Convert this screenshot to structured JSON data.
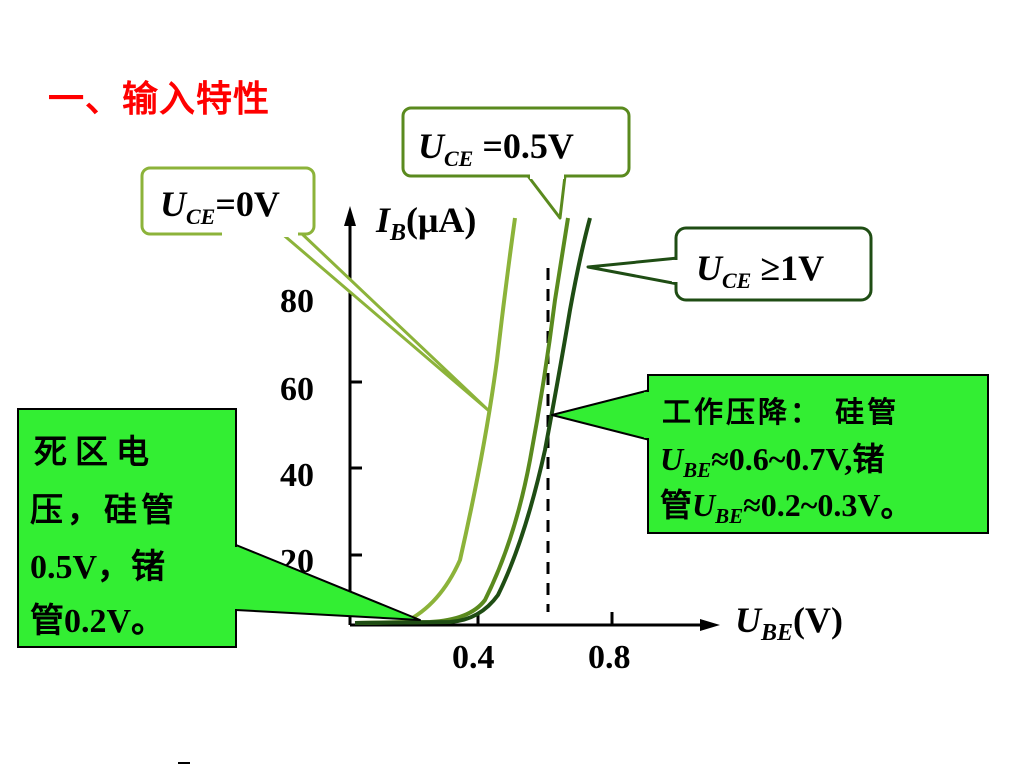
{
  "title": "一、输入特性",
  "axes": {
    "y_label_main": "I",
    "y_label_sub": "B",
    "y_label_unit": "(μA)",
    "x_label_main": "U",
    "x_label_sub": "BE",
    "x_label_unit": "(V)",
    "y_ticks": [
      "80",
      "60",
      "40",
      "20"
    ],
    "x_ticks": [
      "0.4",
      "0.8"
    ]
  },
  "callouts": {
    "uce0": {
      "main": "U",
      "sub": "CE",
      "rest": "=0V"
    },
    "uce05": {
      "main": "U",
      "sub": "CE",
      "rest": " =0.5V"
    },
    "uce1": {
      "main": "U",
      "sub": "CE",
      "rest": " ≥1V"
    },
    "dead_zone": {
      "line1": "死区电",
      "line2": "压，硅管",
      "line3": "0.5V，锗",
      "line4": "管0.2V。"
    },
    "working_drop": {
      "line1": "工作压降： 硅管",
      "line2_main": "U",
      "line2_sub": "BE",
      "line2_rest": "≈0.6~0.7V,锗",
      "line3_pre": "管",
      "line3_main": "U",
      "line3_sub": "BE",
      "line3_rest": "≈0.2~0.3V。"
    }
  },
  "colors": {
    "title": "#ff0000",
    "curve_uce0": "#8cb33a",
    "curve_uce05": "#5a8a1e",
    "curve_uce1": "#1f4d14",
    "callout_border": "#3e7a1a",
    "green_box": "#33ee33"
  }
}
